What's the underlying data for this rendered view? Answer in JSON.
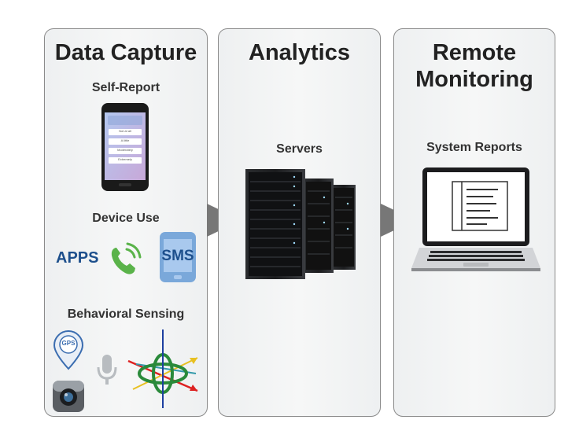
{
  "panels": {
    "capture": {
      "title": "Data Capture",
      "self_report": {
        "label": "Self-Report",
        "phone_options": [
          "Not at all",
          "A little",
          "Moderately",
          "Extremely"
        ]
      },
      "device_use": {
        "label": "Device Use",
        "apps": "APPS",
        "sms": "SMS"
      },
      "behavioral_sensing": {
        "label": "Behavioral Sensing",
        "gps": "GPS"
      }
    },
    "analytics": {
      "title": "Analytics",
      "servers": "Servers"
    },
    "remote": {
      "title_line1": "Remote",
      "title_line2": "Monitoring",
      "reports": "System Reports"
    }
  },
  "colors": {
    "arrow": "#777777",
    "apps_blue": "#1d4f8c",
    "phone_green": "#5ab34a",
    "sms_blue": "#6a9fd6"
  }
}
